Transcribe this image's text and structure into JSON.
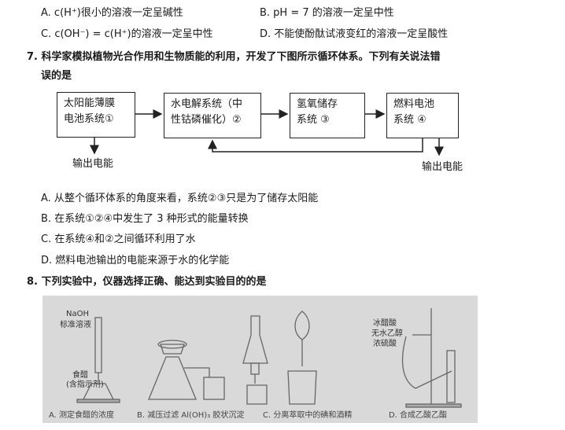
{
  "q6": {
    "optA": "A. c(H⁺)很小的溶液一定呈碱性",
    "optB": "B. pH = 7 的溶液一定呈中性",
    "optC": "C. c(OH⁻) = c(H⁺)的溶液一定呈中性",
    "optD": "D. 不能使酚酞试液变红的溶液一定呈酸性"
  },
  "q7": {
    "stem1": "7. 科学家模拟植物光合作用和生物质能的利用，开发了下图所示循环体系。下列有关说法错",
    "stem2": "误的是",
    "box1_l1": "太阳能薄膜",
    "box1_l2": "电池系统①",
    "box2_l1": "水电解系统（中",
    "box2_l2": "性钴磷催化）②",
    "box3_l1": "氢氧储存",
    "box3_l2": "系统 ③",
    "box4_l1": "燃料电池",
    "box4_l2": "系统 ④",
    "out_left": "输出电能",
    "out_right": "输出电能",
    "optA": "A. 从整个循环体系的角度来看，系统②③只是为了储存太阳能",
    "optB": "B. 在系统①②④中发生了 3 种形式的能量转换",
    "optC": "C. 在系统④和②之间循环利用了水",
    "optD": "D. 燃料电池输出的电能来源于水的化学能"
  },
  "q8": {
    "stem": "8. 下列实验中，仪器选择正确、能达到实验目的的是",
    "label_naoh": "NaOH",
    "label_std": "标准溶液",
    "label_vinegar": "食醋",
    "label_indicator": "(含指示剂)",
    "label_r1": "冰醋酸",
    "label_r2": "无水乙醇",
    "label_r3": "浓硫酸",
    "capA": "A. 测定食醋的浓度",
    "capB": "B. 减压过滤 Al(OH)₃ 胶状沉淀",
    "capC": "C. 分离萃取中的碘和酒精",
    "capD": "D. 合成乙酸乙酯"
  }
}
